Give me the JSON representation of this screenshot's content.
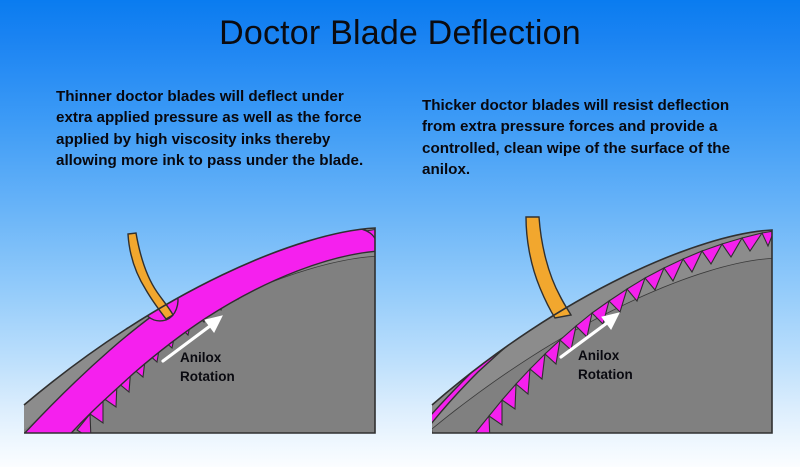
{
  "title": "Doctor Blade Deflection",
  "background": {
    "gradient_top": "#0a7cf0",
    "gradient_bottom": "#fbfdff"
  },
  "colors": {
    "ink_magenta": "#F520EE",
    "roll_gray": "#808080",
    "roll_band_gray": "#9a9a9a",
    "blade_orange": "#F2A72E",
    "outline": "#303030",
    "arrow_white": "#FFFFFF",
    "text_dark": "#08080F"
  },
  "panels": {
    "left": {
      "caption": "Thinner doctor blades will deflect under extra applied pressure as well as the force applied by high viscosity inks thereby allowing more ink to pass under the blade.",
      "rotation_label_line1": "Anilox",
      "rotation_label_line2": "Rotation",
      "blade_type": "thin-deflecting-blade",
      "ink_state": "ink passes under blade"
    },
    "right": {
      "caption": "Thicker doctor blades will resist deflection from extra pressure forces and provide a controlled, clean wipe of the surface of the anilox.",
      "rotation_label_line1": "Anilox",
      "rotation_label_line2": "Rotation",
      "blade_type": "thick-rigid-blade",
      "ink_state": "clean wipe, ink only in cells"
    }
  },
  "diagram": {
    "type": "technical-illustration",
    "subject": "flexographic doctor blade and anilox roll",
    "elements": [
      "anilox-roll",
      "anilox-cells",
      "ink-layer",
      "doctor-blade",
      "rotation-arrow"
    ]
  }
}
